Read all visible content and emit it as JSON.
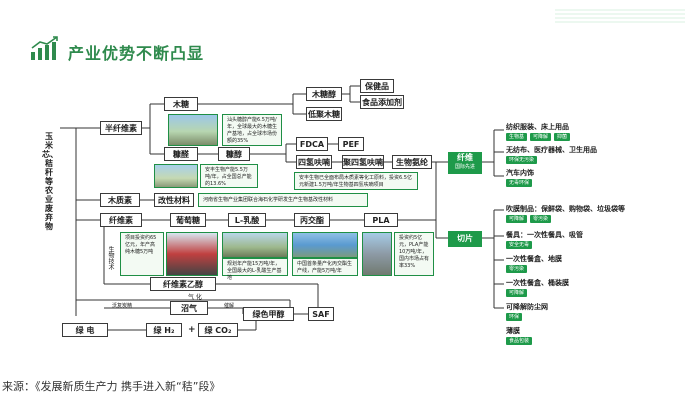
{
  "title": "产业优势不断凸显",
  "source": "来源：《发展新质生产力 携手进入新“秸”段》",
  "root_label": "玉米芯、秸秆等农业废弃物",
  "nodes": {
    "semicellulose": "半纤维素",
    "xylose": "木糖",
    "xylitol": "木糖醇",
    "health": "保健品",
    "food_add": "食品添加剂",
    "oligo": "低聚木糖",
    "furfural": "糠醛",
    "furfuryl": "糠醇",
    "fdca": "FDCA",
    "pef": "PEF",
    "thf_alcohol": "四氢呋喃",
    "ptmeg": "聚四氢呋喃",
    "bio_ammonia": "生物氨纶",
    "lignin": "木质素",
    "modified": "改性材料",
    "cellulose": "纤维素",
    "glucose": "葡萄糖",
    "lactic": "L-乳酸",
    "lactide": "丙交酯",
    "pla": "PLA",
    "cellulose_ethanol": "纤维素乙醇",
    "gas": "气 化",
    "biogas": "沼气",
    "green_power": "绿 电",
    "green_h2": "绿 H₂",
    "green_co2": "绿 CO₂",
    "green_methanol": "绿色甲醇",
    "saf": "SAF",
    "biotech": "生物技术",
    "coal_tech": "沃复炭精",
    "hydro": "催解",
    "plus": "+"
  },
  "green_notes": {
    "xylose_note": "汕头糖醇产能6.5万吨/年，全球最大的木糖生产基地，占全球市场份额的35%",
    "furfural_note": "安丰生物产能5.5万吨/年，占全国总产能的13.6%",
    "ptmeg_note": "安丰生物已全面布局木质素等化工原料，投资6.5亿元新建1.5万吨/年生物基四氢呋喃项目",
    "lignin_note": "河南省生物产业集团联合海石化学研发生产生物基改性材料",
    "glucose_note": "项目投资约65亿元，年产高纯木糖5万吨",
    "lactic_note": "规划年产能15万吨/年，全国最大的L-乳酸生产基地",
    "lactide_note": "中国首条量产化丙交酯生产线，产能5万吨/年",
    "pla_note": "投资约5亿元，PLA产能10万吨/年，国内市场占有率33%"
  },
  "fiber": {
    "label": "纤维",
    "sub": "国际先进"
  },
  "chip": {
    "label": "切片"
  },
  "products": [
    {
      "label": "纺织服装、床上用品",
      "tags": [
        "生物基",
        "可降解",
        "抑菌"
      ]
    },
    {
      "label": "无纺布、医疗器械、卫生用品",
      "tags": [
        "环保无污染"
      ]
    },
    {
      "label": "汽车内饰",
      "tags": [
        "无毒环保"
      ]
    },
    {
      "label": "吹膜制品：保鲜袋、购物袋、垃圾袋等",
      "tags": [
        "可降解",
        "零污染"
      ]
    },
    {
      "label": "餐具：一次性餐具、吸管",
      "tags": [
        "安全无毒"
      ]
    },
    {
      "label": "一次性餐盒、地膜",
      "tags": [
        "零污染"
      ]
    },
    {
      "label": "一次性餐盒、桶装膜",
      "tags": [
        "可降解"
      ]
    },
    {
      "label": "可降解防尘网",
      "tags": [
        "环保"
      ]
    },
    {
      "label": "薄膜",
      "tags": [
        "食品包装"
      ]
    }
  ],
  "colors": {
    "accent": "#1e9a4a",
    "title": "#2f8a4d"
  }
}
